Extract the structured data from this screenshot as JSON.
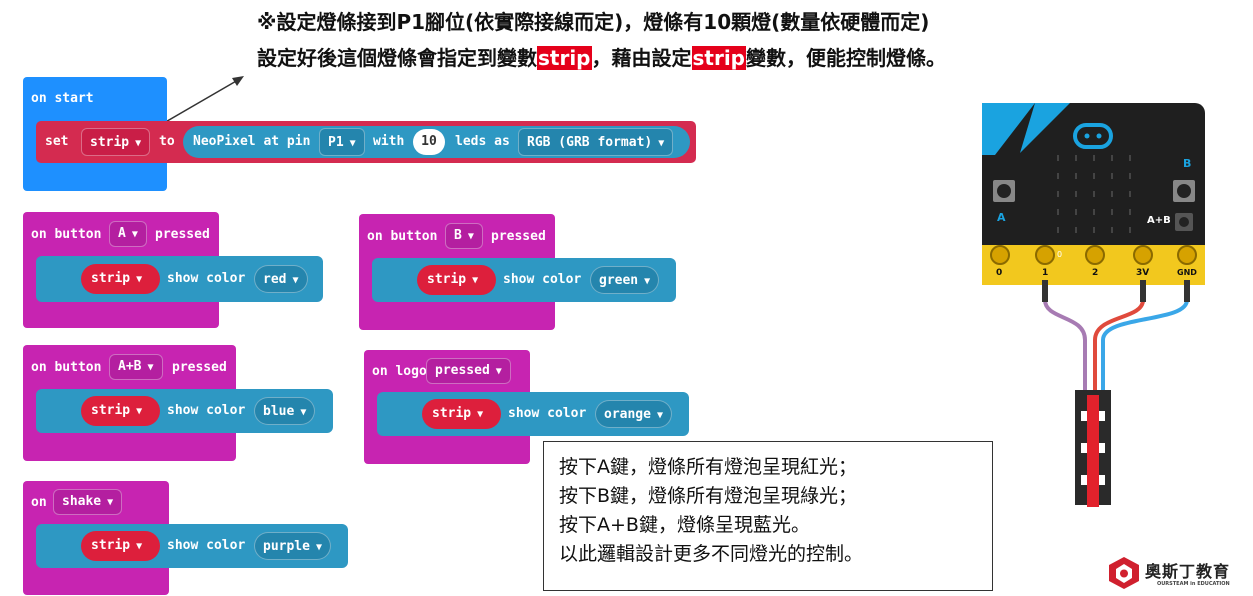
{
  "notes": {
    "line1": "※設定燈條接到P1腳位(依實際接線而定)，燈條有10顆燈(數量依硬體而定)",
    "line2_a": "設定好後這個燈條會指定到變數",
    "line2_var1": "strip",
    "line2_b": "，藉由設定",
    "line2_var2": "strip",
    "line2_c": "變數，便能控制燈條。"
  },
  "on_start": {
    "title": "on start",
    "set_label": "set",
    "var": "strip",
    "to_label": "to",
    "neopixel_label": "NeoPixel at pin",
    "pin": "P1",
    "with_label": "with",
    "leds": "10",
    "leds_as_label": "leds as",
    "format": "RGB (GRB format)"
  },
  "handlers": [
    {
      "prefix": "on button",
      "key": "A",
      "suffix": "pressed",
      "var": "strip",
      "action": "show color",
      "color": "red"
    },
    {
      "prefix": "on button",
      "key": "B",
      "suffix": "pressed",
      "var": "strip",
      "action": "show color",
      "color": "green"
    },
    {
      "prefix": "on button",
      "key": "A+B",
      "suffix": "pressed",
      "var": "strip",
      "action": "show color",
      "color": "blue"
    },
    {
      "prefix": "on logo",
      "key": "pressed",
      "suffix": "",
      "var": "strip",
      "action": "show color",
      "color": "orange"
    },
    {
      "prefix": "on",
      "key": "shake",
      "suffix": "",
      "var": "strip",
      "action": "show color",
      "color": "purple"
    }
  ],
  "explain": [
    "按下A鍵，燈條所有燈泡呈現紅光；",
    "按下B鍵，燈條所有燈泡呈現綠光；",
    "按下A+B鍵，燈條呈現藍光。",
    "以此邏輯設計更多不同燈光的控制。"
  ],
  "board": {
    "pins": [
      "0",
      "1",
      "2",
      "3V",
      "GND"
    ],
    "button_a": "A",
    "button_b": "B",
    "button_ab": "A+B",
    "pin_zero_marker": "0"
  },
  "logo": {
    "name": "奧斯丁教育",
    "tagline": "OURSTEAM in EDUCATION"
  },
  "colors": {
    "start_hat": "#1e90ff",
    "input_hat": "#c724b1",
    "neopixel": "#2e98c3",
    "variable": "#dd1f3c",
    "set": "#d42b50"
  }
}
